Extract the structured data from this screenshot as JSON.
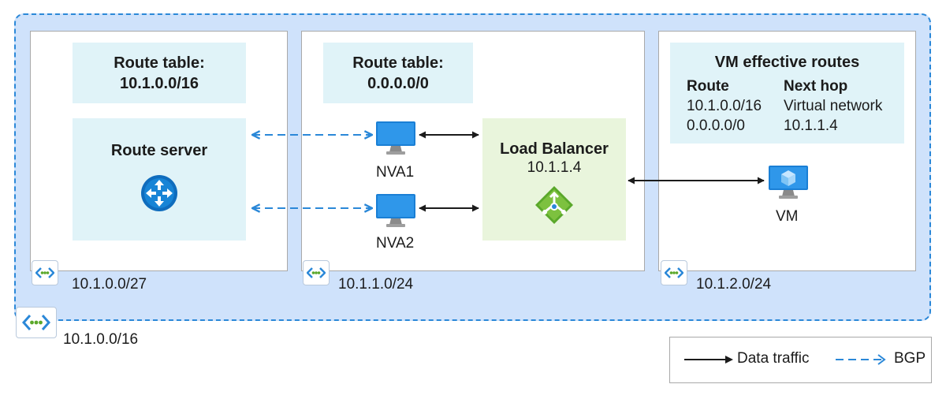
{
  "vnet": {
    "cidr": "10.1.0.0/16"
  },
  "subnets": [
    {
      "cidr": "10.1.0.0/27",
      "route_table_title": "Route table:",
      "route_table_value": "10.1.0.0/16",
      "server_label": "Route server"
    },
    {
      "cidr": "10.1.1.0/24",
      "route_table_title": "Route table:",
      "route_table_value": "0.0.0.0/0"
    },
    {
      "cidr": "10.1.2.0/24"
    }
  ],
  "nva1": {
    "label": "NVA1"
  },
  "nva2": {
    "label": "NVA2"
  },
  "load_balancer": {
    "title": "Load Balancer",
    "ip": "10.1.1.4"
  },
  "vm": {
    "label": "VM"
  },
  "effective_routes": {
    "title": "VM effective routes",
    "headers": [
      "Route",
      "Next hop"
    ],
    "rows": [
      [
        "10.1.0.0/16",
        "Virtual network"
      ],
      [
        "0.0.0.0/0",
        "10.1.1.4"
      ]
    ]
  },
  "legend": {
    "data_traffic": "Data traffic",
    "bgp": "BGP"
  },
  "colors": {
    "vnet_fill": "#cfe2fb",
    "panel_fill": "#e0f3f8",
    "lb_fill": "#e9f5dc",
    "bgp_arrow": "#2b88d8",
    "data_arrow": "#1b1b1b"
  },
  "icons": [
    "route-server-icon",
    "monitor-icon",
    "load-balancer-icon",
    "vm-icon",
    "vnet-icon"
  ]
}
